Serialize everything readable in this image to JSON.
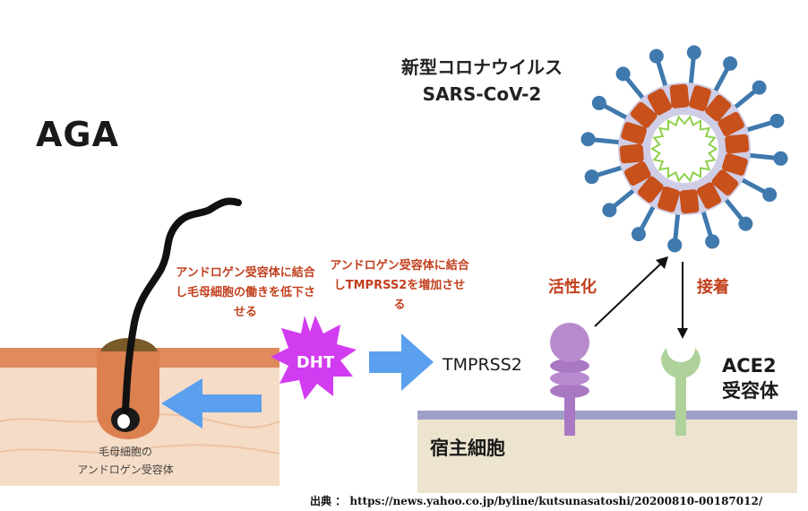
{
  "aga_label": "AGA",
  "virus": {
    "title_ja": "新型コロナウイルス",
    "title_en": "SARS-CoV-2"
  },
  "notes": {
    "left": "アンドロゲン受容体に結合し毛母細胞の働きを低下させる",
    "middle": "アンドロゲン受容体に結合しTMPRSS2を増加させる"
  },
  "dht_label": "DHT",
  "tmprss2_label": "TMPRSS2",
  "activation_label": "活性化",
  "attachment_label": "接着",
  "ace2": {
    "name": "ACE2",
    "suffix": "受容体"
  },
  "host_cell_label": "宿主細胞",
  "follicle_label": "毛母細胞の\nアンドロゲン受容体",
  "source": "出典 ： https://news.yahoo.co.jp/byline/kutsunasatoshi/20200810-00187012/",
  "colors": {
    "skin": "#f5dcc6",
    "skin_top": "#e08a5e",
    "follicle": "#dc8050",
    "hair": "#111111",
    "blue_arrow": "#5aa0ef",
    "dht_star": "#d23cf0",
    "red_text": "#c2401e",
    "host_cell": "#ede4d0",
    "membrane": "#9fa0c8",
    "tmprss2_purple": "#a978c2",
    "ace2_green": "#aed29a",
    "virus_body": "#d0cde6",
    "virus_spike": "#c8501a",
    "virus_receptor": "#3f79ad",
    "virus_rna": "#8ed04b"
  }
}
